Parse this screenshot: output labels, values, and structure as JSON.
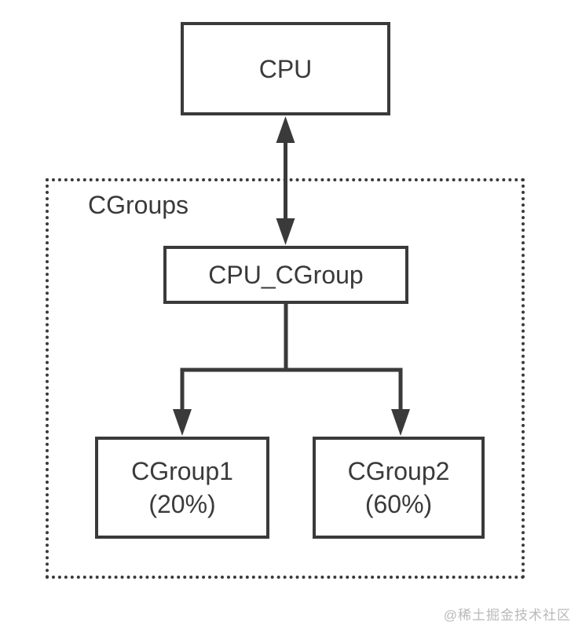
{
  "diagram": {
    "container": {
      "label": "CGroups"
    },
    "nodes": {
      "cpu": {
        "label": "CPU"
      },
      "cpu_cgroup": {
        "label": "CPU_CGroup"
      },
      "cgroup1": {
        "label": "CGroup1",
        "share": "(20%)"
      },
      "cgroup2": {
        "label": "CGroup2",
        "share": "(60%)"
      }
    },
    "edges": {
      "cpu_to_cpu_cgroup": "bidirectional",
      "cpu_cgroup_to_cgroup1": "directed",
      "cpu_cgroup_to_cgroup2": "directed"
    },
    "colors": {
      "line": "#3a3a3a",
      "text": "#3a3a3a",
      "background": "#ffffff",
      "watermark": "#b9b9b9"
    }
  },
  "watermark": {
    "text": "@稀土掘金技术社区"
  }
}
